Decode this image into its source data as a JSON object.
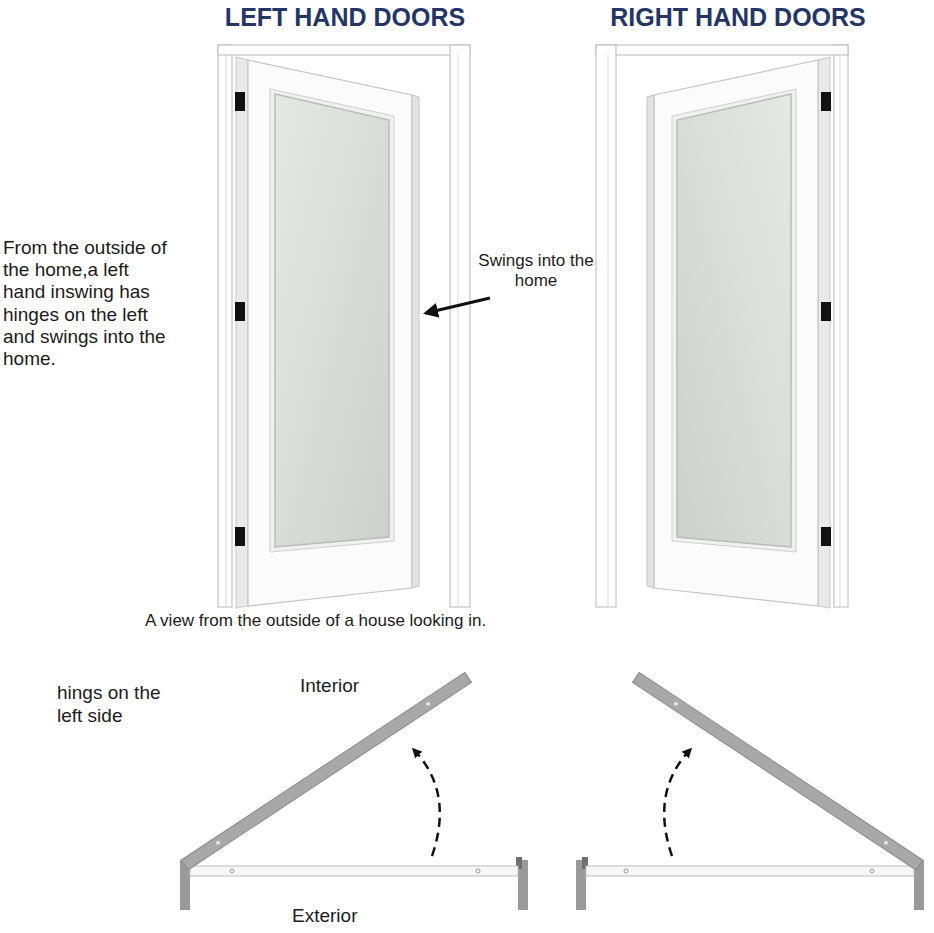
{
  "diagram": {
    "labels": [
      "LEFT HAND DOORS",
      "RIGHT HAND DOORS",
      "From the outside of the home,a left hand inswing has hinges on the left and swings into the home.",
      "Swings into the home",
      "A view from the outside of a house looking in.",
      "hings on the left side",
      "Interior",
      "Exterior"
    ]
  }
}
